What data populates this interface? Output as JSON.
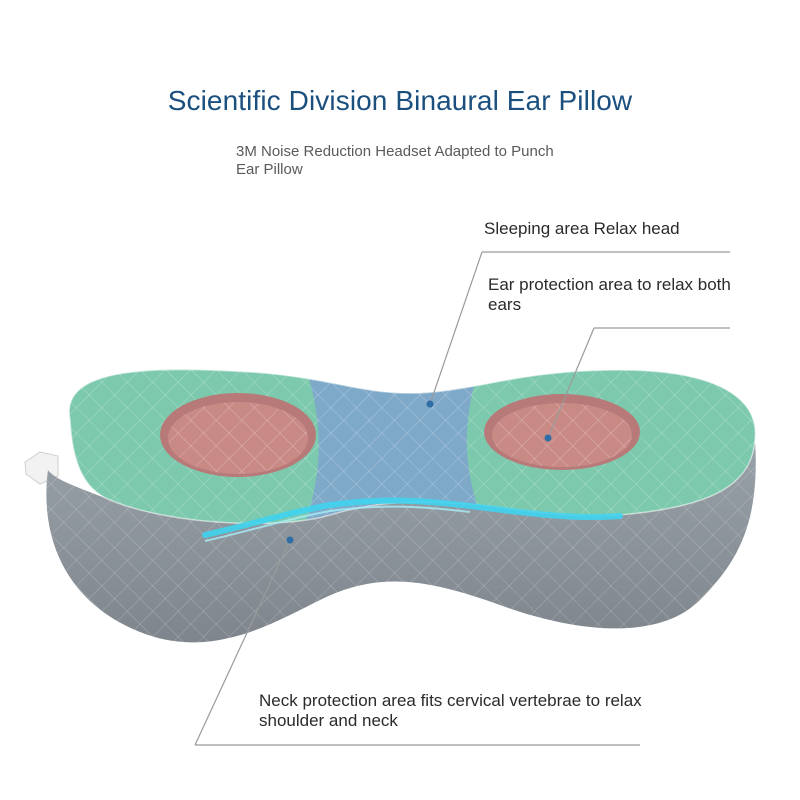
{
  "header": {
    "title": "Scientific Division Binaural Ear Pillow",
    "subtitle": "3M Noise Reduction Headset Adapted to Punch Ear Pillow"
  },
  "callouts": {
    "sleeping_area": "Sleeping area Relax head",
    "ear_area": "Ear protection area to relax both ears",
    "neck_area": "Neck protection area fits cervical vertebrae to relax shoulder and neck"
  },
  "colors": {
    "title": "#1b4f7e",
    "pillow_green": "#7cc9ad",
    "pillow_blue": "#7fa9c9",
    "ear_pink": "#c98a86",
    "base_gray": "#8e959c",
    "neck_highlight": "#3fd3ee"
  }
}
